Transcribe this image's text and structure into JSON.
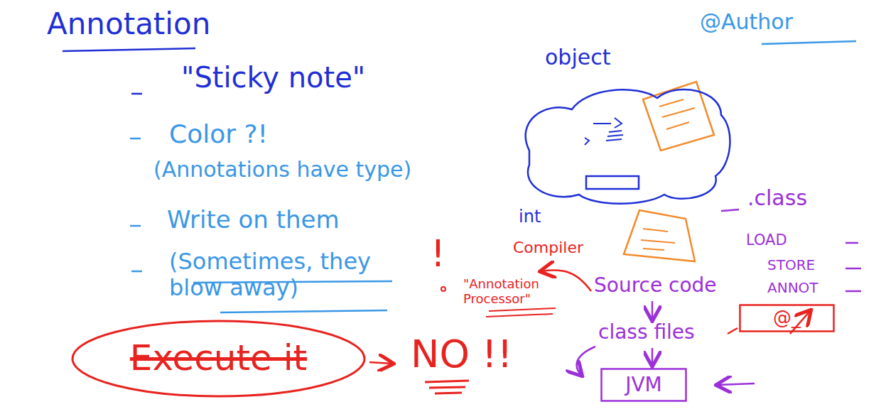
{
  "diagram": {
    "title": "Annotation",
    "nodes": [
      {
        "text": [
          "object"
        ]
      },
      {
        "text": [
          "@_"
        ]
      },
      {
        "text": [
          "Execute it"
        ]
      },
      {
        "text": [
          "JVM"
        ]
      }
    ],
    "labels": [
      "@Author",
      "\"Sticky note\"",
      "Color ?!",
      "(Annotations have type)",
      "Write on them",
      "(Sometimes, they blow away)",
      "!",
      "NO !!",
      "int",
      "Compiler",
      "\"Annotation Processor\"",
      "Source code",
      "class files",
      ".class",
      "LOAD",
      "STORE",
      "ANNOT"
    ]
  }
}
